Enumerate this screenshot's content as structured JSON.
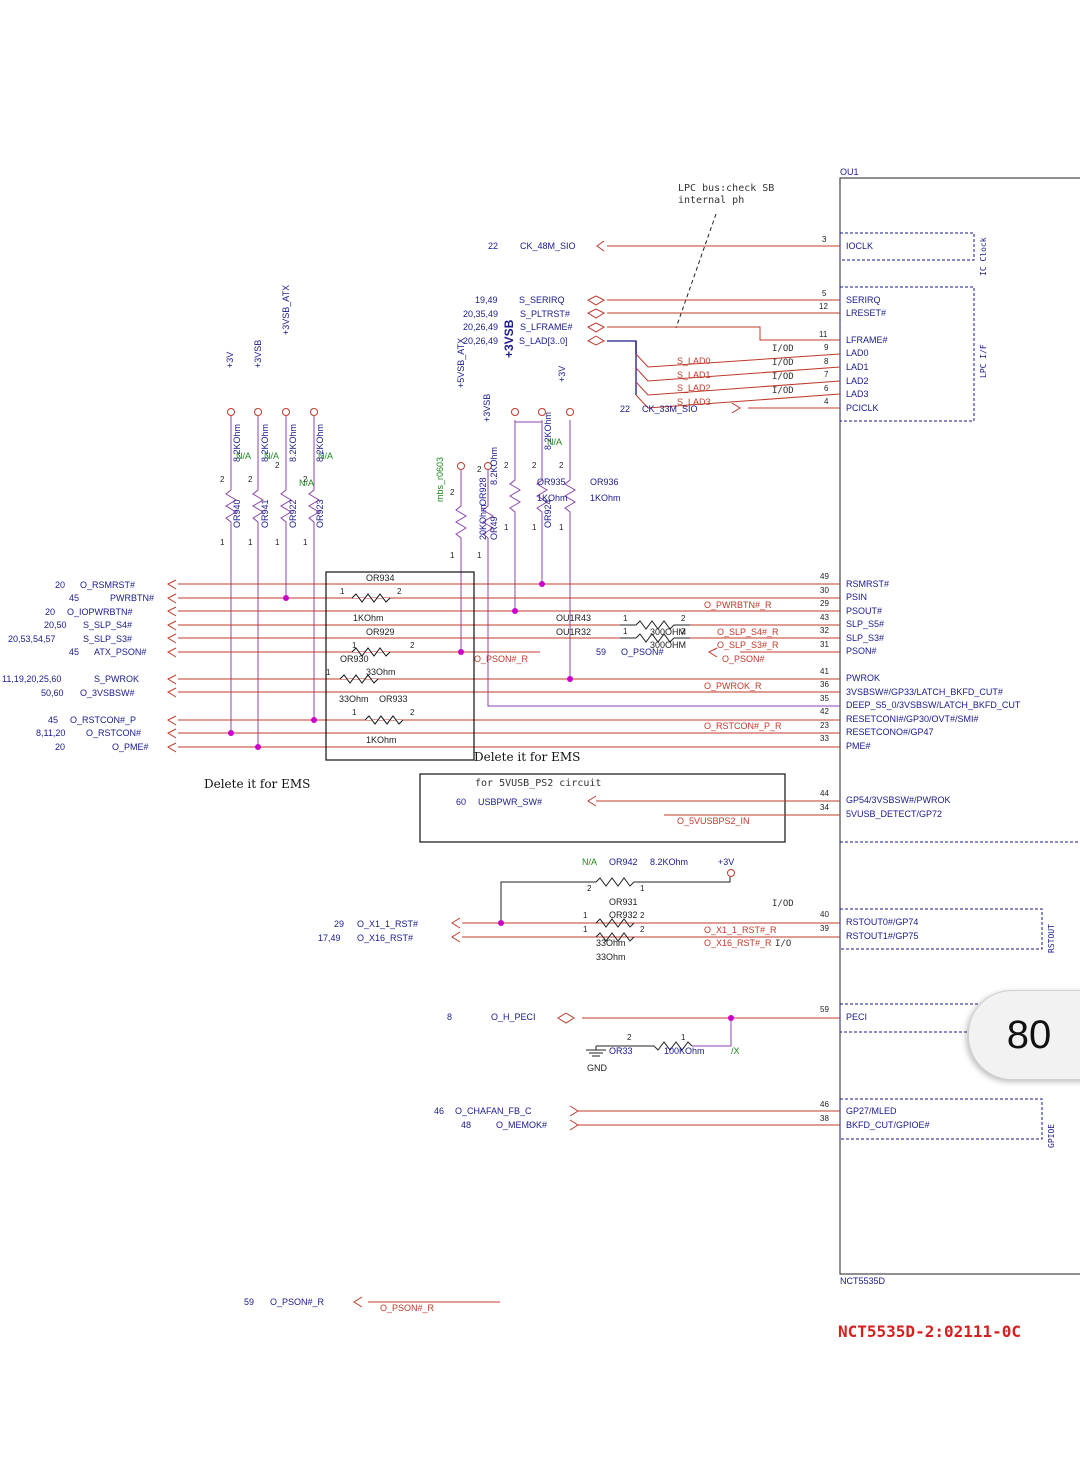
{
  "chip": {
    "ref": "OU1",
    "part": "NCT5535D"
  },
  "note_lpc": [
    "LPC bus:check SB",
    "internal ph"
  ],
  "group_labels": {
    "ic_clock": "IC Clock",
    "lpc_if": "LPC I/F",
    "rstout": "RSTOUT",
    "gpioe": "GPIOE"
  },
  "chip_pins": [
    {
      "num": "3",
      "name": "IOCLK"
    },
    {
      "num": "5",
      "name": "SERIRQ"
    },
    {
      "num": "12",
      "name": "LRESET#"
    },
    {
      "num": "11",
      "name": "LFRAME#"
    },
    {
      "num": "9",
      "name": "LAD0"
    },
    {
      "num": "8",
      "name": "LAD1"
    },
    {
      "num": "7",
      "name": "LAD2"
    },
    {
      "num": "6",
      "name": "LAD3"
    },
    {
      "num": "4",
      "name": "PCICLK"
    },
    {
      "num": "49",
      "name": "RSMRST#"
    },
    {
      "num": "30",
      "name": "PSIN"
    },
    {
      "num": "29",
      "name": "PSOUT#"
    },
    {
      "num": "43",
      "name": "SLP_S5#"
    },
    {
      "num": "32",
      "name": "SLP_S3#"
    },
    {
      "num": "31",
      "name": "PSON#"
    },
    {
      "num": "41",
      "name": "PWROK"
    },
    {
      "num": "36",
      "name": "3VSBSW#/GP33/LATCH_BKFD_CUT#"
    },
    {
      "num": "35",
      "name": "DEEP_S5_0/3VSBSW/LATCH_BKFD_CUT"
    },
    {
      "num": "42",
      "name": "RESETCONI#/GP30/OVT#/SMI#"
    },
    {
      "num": "23",
      "name": "RESETCONO#/GP47"
    },
    {
      "num": "33",
      "name": "PME#"
    },
    {
      "num": "44",
      "name": "GP54/3VSBSW#/PWROK"
    },
    {
      "num": "34",
      "name": "5VUSB_DETECT/GP72"
    },
    {
      "num": "40",
      "name": "RSTOUT0#/GP74"
    },
    {
      "num": "39",
      "name": "RSTOUT1#/GP75"
    },
    {
      "num": "59",
      "name": "PECI"
    },
    {
      "num": "46",
      "name": "GP27/MLED"
    },
    {
      "num": "38",
      "name": "BKFD_CUT/GPIOE#"
    }
  ],
  "io_od": [
    "I/OD",
    "I/OD",
    "I/OD",
    "I/OD",
    "I/OD",
    "I/O"
  ],
  "lpc_nets": [
    {
      "ref": "22",
      "net": "CK_48M_SIO"
    },
    {
      "ref": "19,49",
      "net": "S_SERIRQ"
    },
    {
      "ref": "20,35,49",
      "net": "S_PLTRST#"
    },
    {
      "ref": "20,26,49",
      "net": "S_LFRAME#"
    },
    {
      "ref": "20,26,49",
      "net": "S_LAD[3..0]"
    },
    {
      "ref": "22",
      "net": "CK_33M_SIO"
    }
  ],
  "lad_nets": [
    "S_LAD0",
    "S_LAD1",
    "S_LAD2",
    "S_LAD3"
  ],
  "rails": [
    "+3V",
    "+3VSB",
    "+3VSB_ATX",
    "+5VSB_ATX",
    "+3VSB",
    "+3VSB",
    "+3V"
  ],
  "left_nets": [
    {
      "ref": "20",
      "net": "O_RSMRST#"
    },
    {
      "ref": "45",
      "net": "PWRBTN#"
    },
    {
      "ref": "20",
      "net": "O_IOPWRBTN#"
    },
    {
      "ref": "20,50",
      "net": "S_SLP_S4#"
    },
    {
      "ref": "20,53,54,57",
      "net": "S_SLP_S3#"
    },
    {
      "ref": "45",
      "net": "ATX_PSON#"
    },
    {
      "ref": "11,19,20,25,60",
      "net": "S_PWROK"
    },
    {
      "ref": "50,60",
      "net": "O_3VSBSW#"
    },
    {
      "ref": "45",
      "net": "O_RSTCON#_P"
    },
    {
      "ref": "8,11,20",
      "net": "O_RSTCON#"
    },
    {
      "ref": "20",
      "net": "O_PME#"
    }
  ],
  "pullups": [
    {
      "ref": "OR940",
      "value": "8.2KOhm",
      "opt": "N/A"
    },
    {
      "ref": "OR941",
      "value": "8.2KOhm",
      "opt": "N/A"
    },
    {
      "ref": "OR922",
      "value": "8.2KOhm",
      "opt": "N/A"
    },
    {
      "ref": "OR923",
      "value": "8.2KOhm",
      "opt": "N/A"
    },
    {
      "ref": "OR928",
      "value": "20KOhm",
      "opt": "mbs_r0603"
    },
    {
      "ref": "OR49",
      "value": "8.2KOhm",
      "opt": ""
    },
    {
      "ref": "OR935",
      "value": "1KOhm",
      "opt": ""
    },
    {
      "ref": "OR924",
      "value": "8.2KOhm",
      "opt": "N/A"
    },
    {
      "ref": "OR936",
      "value": "1KOhm",
      "opt": ""
    }
  ],
  "series_res": [
    {
      "ref": "OR934",
      "value": "1KOhm"
    },
    {
      "ref": "OR929",
      "value": "1KOhm"
    },
    {
      "ref": "OR930",
      "value": "33Ohm"
    },
    {
      "ref": "OR933",
      "value": "33Ohm"
    },
    {
      "ref": "OU1R43",
      "value": "300OHM"
    },
    {
      "ref": "OU1R32",
      "value": "300OHM"
    }
  ],
  "mid_nets": [
    "O_PWRBTN#_R",
    "O_SLP_S4#_R",
    "O_SLP_S3#_R",
    "O_PSON#",
    "O_PSON#_R",
    "O_PWROK_R",
    "O_RSTCON#_P_R"
  ],
  "pson_ref": {
    "ref": "59",
    "net": "O_PSON#"
  },
  "delete_ems": "Delete it for EMS",
  "usb_box": {
    "title": "for 5VUSB_PS2 circuit",
    "ref": "60",
    "net": "USBPWR_SW#",
    "net2": "O_5VUSBPS2_IN"
  },
  "rst": {
    "nets": [
      {
        "ref": "29",
        "net": "O_X1_1_RST#"
      },
      {
        "ref": "17,49",
        "net": "O_X16_RST#"
      }
    ],
    "r_nets": [
      "O_X1_1_RST#_R",
      "O_X16_RST#_R"
    ],
    "or942": {
      "ref": "OR942",
      "value": "8.2KOhm",
      "opt": "N/A",
      "rail": "+3V"
    },
    "or931": {
      "ref": "OR931",
      "value": "33Ohm"
    },
    "or932": {
      "ref": "OR932",
      "value": "33Ohm"
    }
  },
  "peci": {
    "ref": "8",
    "net": "O_H_PECI",
    "res": "OR33",
    "value": "100KOhm",
    "opt": "/X",
    "gnd": "GND"
  },
  "misc": [
    {
      "ref": "46",
      "net": "O_CHAFAN_FB_C"
    },
    {
      "ref": "48",
      "net": "O_MEMOK#"
    }
  ],
  "bottom_ref": {
    "ref": "59",
    "net": "O_PSON#_R",
    "net2": "O_PSON#_R"
  },
  "sheet_title": "NCT5535D-2:02111-0C",
  "page_number": "80"
}
